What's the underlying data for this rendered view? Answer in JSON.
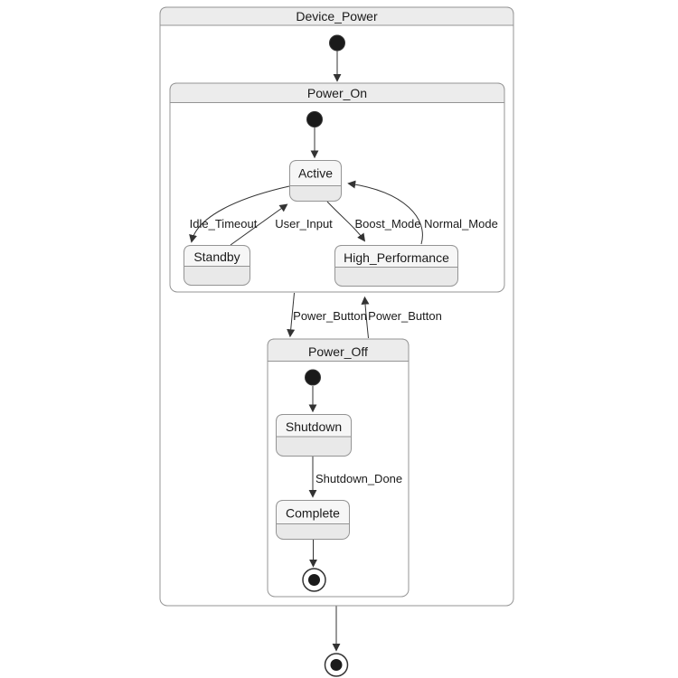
{
  "diagram": {
    "type": "state-machine",
    "root": {
      "label": "Device_Power"
    },
    "composites": [
      {
        "id": "power_on",
        "label": "Power_On"
      },
      {
        "id": "power_off",
        "label": "Power_Off"
      }
    ],
    "states": {
      "active": {
        "label": "Active"
      },
      "standby": {
        "label": "Standby"
      },
      "high_performance": {
        "label": "High_Performance"
      },
      "shutdown": {
        "label": "Shutdown"
      },
      "complete": {
        "label": "Complete"
      }
    },
    "transitions": [
      {
        "from": "initial",
        "to": "Power_On",
        "label": ""
      },
      {
        "from": "Power_On",
        "to": "Power_Off",
        "label": "Power_Button"
      },
      {
        "from": "Power_Off",
        "to": "Power_On",
        "label": "Power_Button"
      },
      {
        "from": "Device_Power",
        "to": "final",
        "label": ""
      },
      {
        "from": "initial",
        "to": "Active",
        "label": "",
        "scope": "Power_On"
      },
      {
        "from": "Active",
        "to": "Standby",
        "label": "Idle_Timeout"
      },
      {
        "from": "Standby",
        "to": "Active",
        "label": "User_Input"
      },
      {
        "from": "Active",
        "to": "High_Performance",
        "label": "Boost_Mode"
      },
      {
        "from": "High_Performance",
        "to": "Active",
        "label": "Normal_Mode"
      },
      {
        "from": "initial",
        "to": "Shutdown",
        "label": "",
        "scope": "Power_Off"
      },
      {
        "from": "Shutdown",
        "to": "Complete",
        "label": "Shutdown_Done"
      },
      {
        "from": "Complete",
        "to": "final",
        "label": "",
        "scope": "Power_Off"
      }
    ],
    "colors": {
      "node_fill": "#e9e9e9",
      "node_title_fill": "#f6f6f6",
      "node_border": "#949494",
      "composite_title_fill": "#ececec",
      "composite_body_fill": "#ffffff",
      "edge": "#333333",
      "text": "#1a1a1a"
    }
  }
}
